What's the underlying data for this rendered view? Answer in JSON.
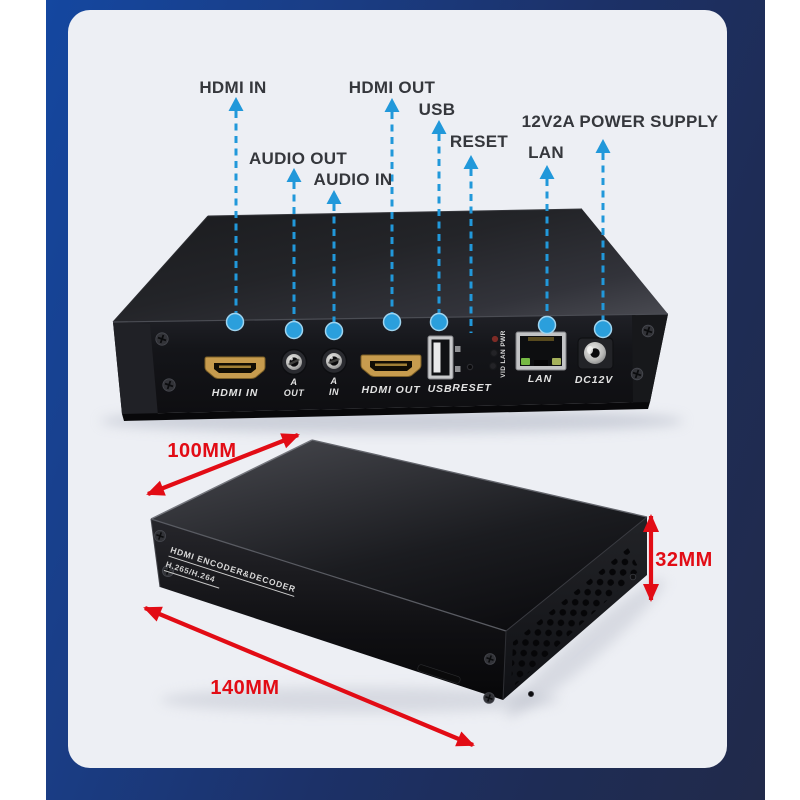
{
  "callouts": {
    "hdmi_in": "HDMI IN",
    "audio_out": "AUDIO OUT",
    "audio_in": "AUDIO IN",
    "hdmi_out": "HDMI OUT",
    "usb": "USB",
    "reset": "RESET",
    "lan": "LAN",
    "power": "12V2A POWER SUPPLY"
  },
  "rear_panel": {
    "hdmi_in": "HDMI  IN",
    "a_out_line1": "A",
    "a_out_line2": "OUT",
    "a_in_line1": "A",
    "a_in_line2": "IN",
    "hdmi_out": "HDMI  OUT",
    "usb": "USB",
    "reset": "RESET",
    "leds": "VID LAN PWR",
    "lan": "LAN",
    "dc": "DC12V"
  },
  "device_front": {
    "line1": "HDMI  ENCODER&DECODER",
    "line2": "H.265/H.264"
  },
  "dimensions": {
    "width": "100MM",
    "height": "32MM",
    "depth": "140MM"
  },
  "colors": {
    "callout_blue": "#2198da",
    "dimension_red": "#e20c15",
    "background_blue": "#1447a0",
    "background_navy": "#212a4a",
    "card": "#edeff4"
  }
}
